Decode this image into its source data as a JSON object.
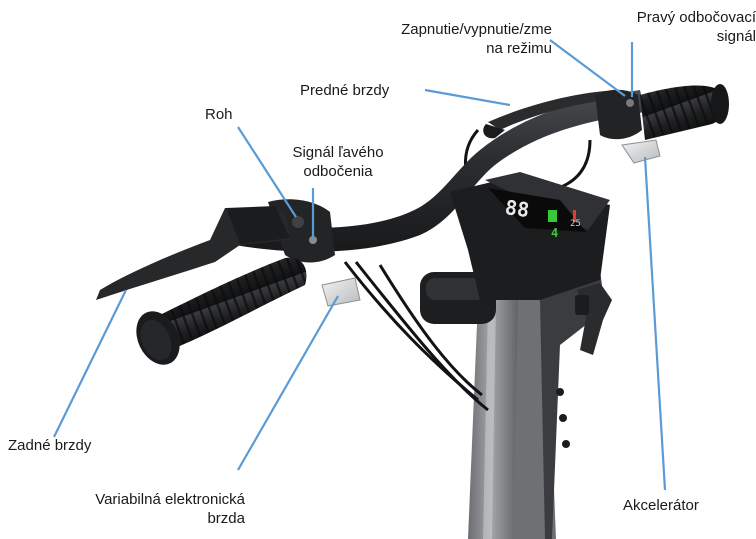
{
  "labels": {
    "power_mode_line1": "Zapnutie/vypnutie/zme",
    "power_mode_line2": "na režimu",
    "right_turn_line1": "Pravý odbočovací",
    "right_turn_line2": "signál",
    "front_brake": "Predné brzdy",
    "horn": "Roh",
    "left_turn_line1": "Signál ľavého",
    "left_turn_line2": "odbočenia",
    "rear_brake": "Zadné brzdy",
    "ebrake_line1": "Variabilná elektronická",
    "ebrake_line2": "brzda",
    "throttle": "Akcelerátor"
  },
  "display": {
    "speed_digits": "88",
    "mode": "25",
    "level": "4"
  },
  "colors": {
    "leader": "#5b9bd5",
    "frame": "#2b2d30",
    "stem": "#7d7f82",
    "grip": "#1f2022",
    "lever": "#2a2b2d",
    "silver": "#d9dadc",
    "screen_accent_green": "#39c93a",
    "screen_accent_red": "#e23b2e"
  }
}
